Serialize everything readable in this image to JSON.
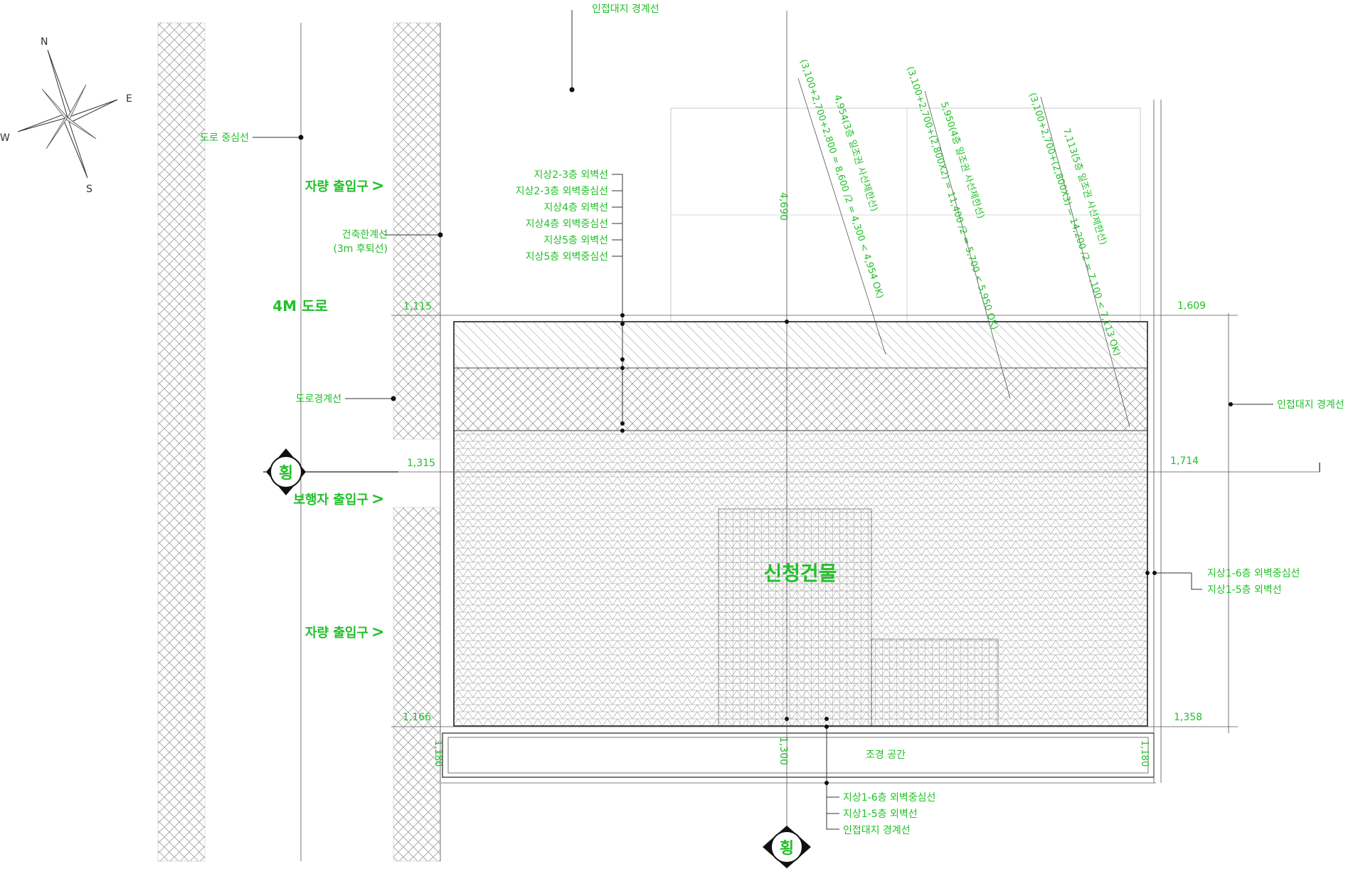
{
  "compass": {
    "n": "N",
    "e": "E",
    "w": "W",
    "s": "S"
  },
  "labels": {
    "adjacent_boundary_top": "인접대지 경계선",
    "road_center": "도로 중심선",
    "vehicle_entrance_top": "자량 출입구",
    "building_line": "건축한계선",
    "building_line_sub": "(3m 후퇴선)",
    "road_4m": "4M 도로",
    "road_boundary": "도로경계선",
    "pedestrian_entrance": "보행자 출입구",
    "vehicle_entrance_bottom": "자량 출입구",
    "proposed_building": "신청건물",
    "landscape": "조경 공간",
    "adjacent_boundary_right": "인접대지 경계선",
    "section_mark": "횡"
  },
  "wall_lines_top": [
    "지상2-3층 외벽선",
    "지상2-3층 외벽중심선",
    "지상4층 외벽선",
    "지상4층 외벽중심선",
    "지상5층 외벽선",
    "지상5층 외벽중심선"
  ],
  "wall_lines_right": [
    "지상1-6층 외벽중심선",
    "지상1-5층 외벽선"
  ],
  "wall_lines_bottom": [
    "지상1-6층 외벽중심선",
    "지상1-5층 외벽선",
    "인접대지 경계선"
  ],
  "sunlight": [
    {
      "line1": "(3,100+2,700+2,800 = 8,600 /2 = 4,300 < 4,954 OK)",
      "line2": "4,954(3층 일조권 사선제한선)"
    },
    {
      "line1": "(3,100+2,700+(2,800X2) = 11,400 /2 = 5,700 < 5,950 OK)",
      "line2": "5,950(4층 일조권 사선제한선)"
    },
    {
      "line1": "(3,100+2,700+(2,800X3) = 14,200 /2 = 7,100 < 7,113 OK)",
      "line2": "7,113(5층 일조권 사선제한선)"
    }
  ],
  "dimensions": {
    "d_1115": "1,115",
    "d_1315": "1,315",
    "d_1166": "1,166",
    "d_1609": "1,609",
    "d_1714": "1,714",
    "d_1358": "1,358",
    "d_4690": "4,690",
    "d_1300": "1,300",
    "d_1180_left": "1,180",
    "d_1180_right": "1,180"
  },
  "colors": {
    "annotation_green": "#22c02a",
    "line": "#222222",
    "hatch": "#8a8a8a"
  }
}
